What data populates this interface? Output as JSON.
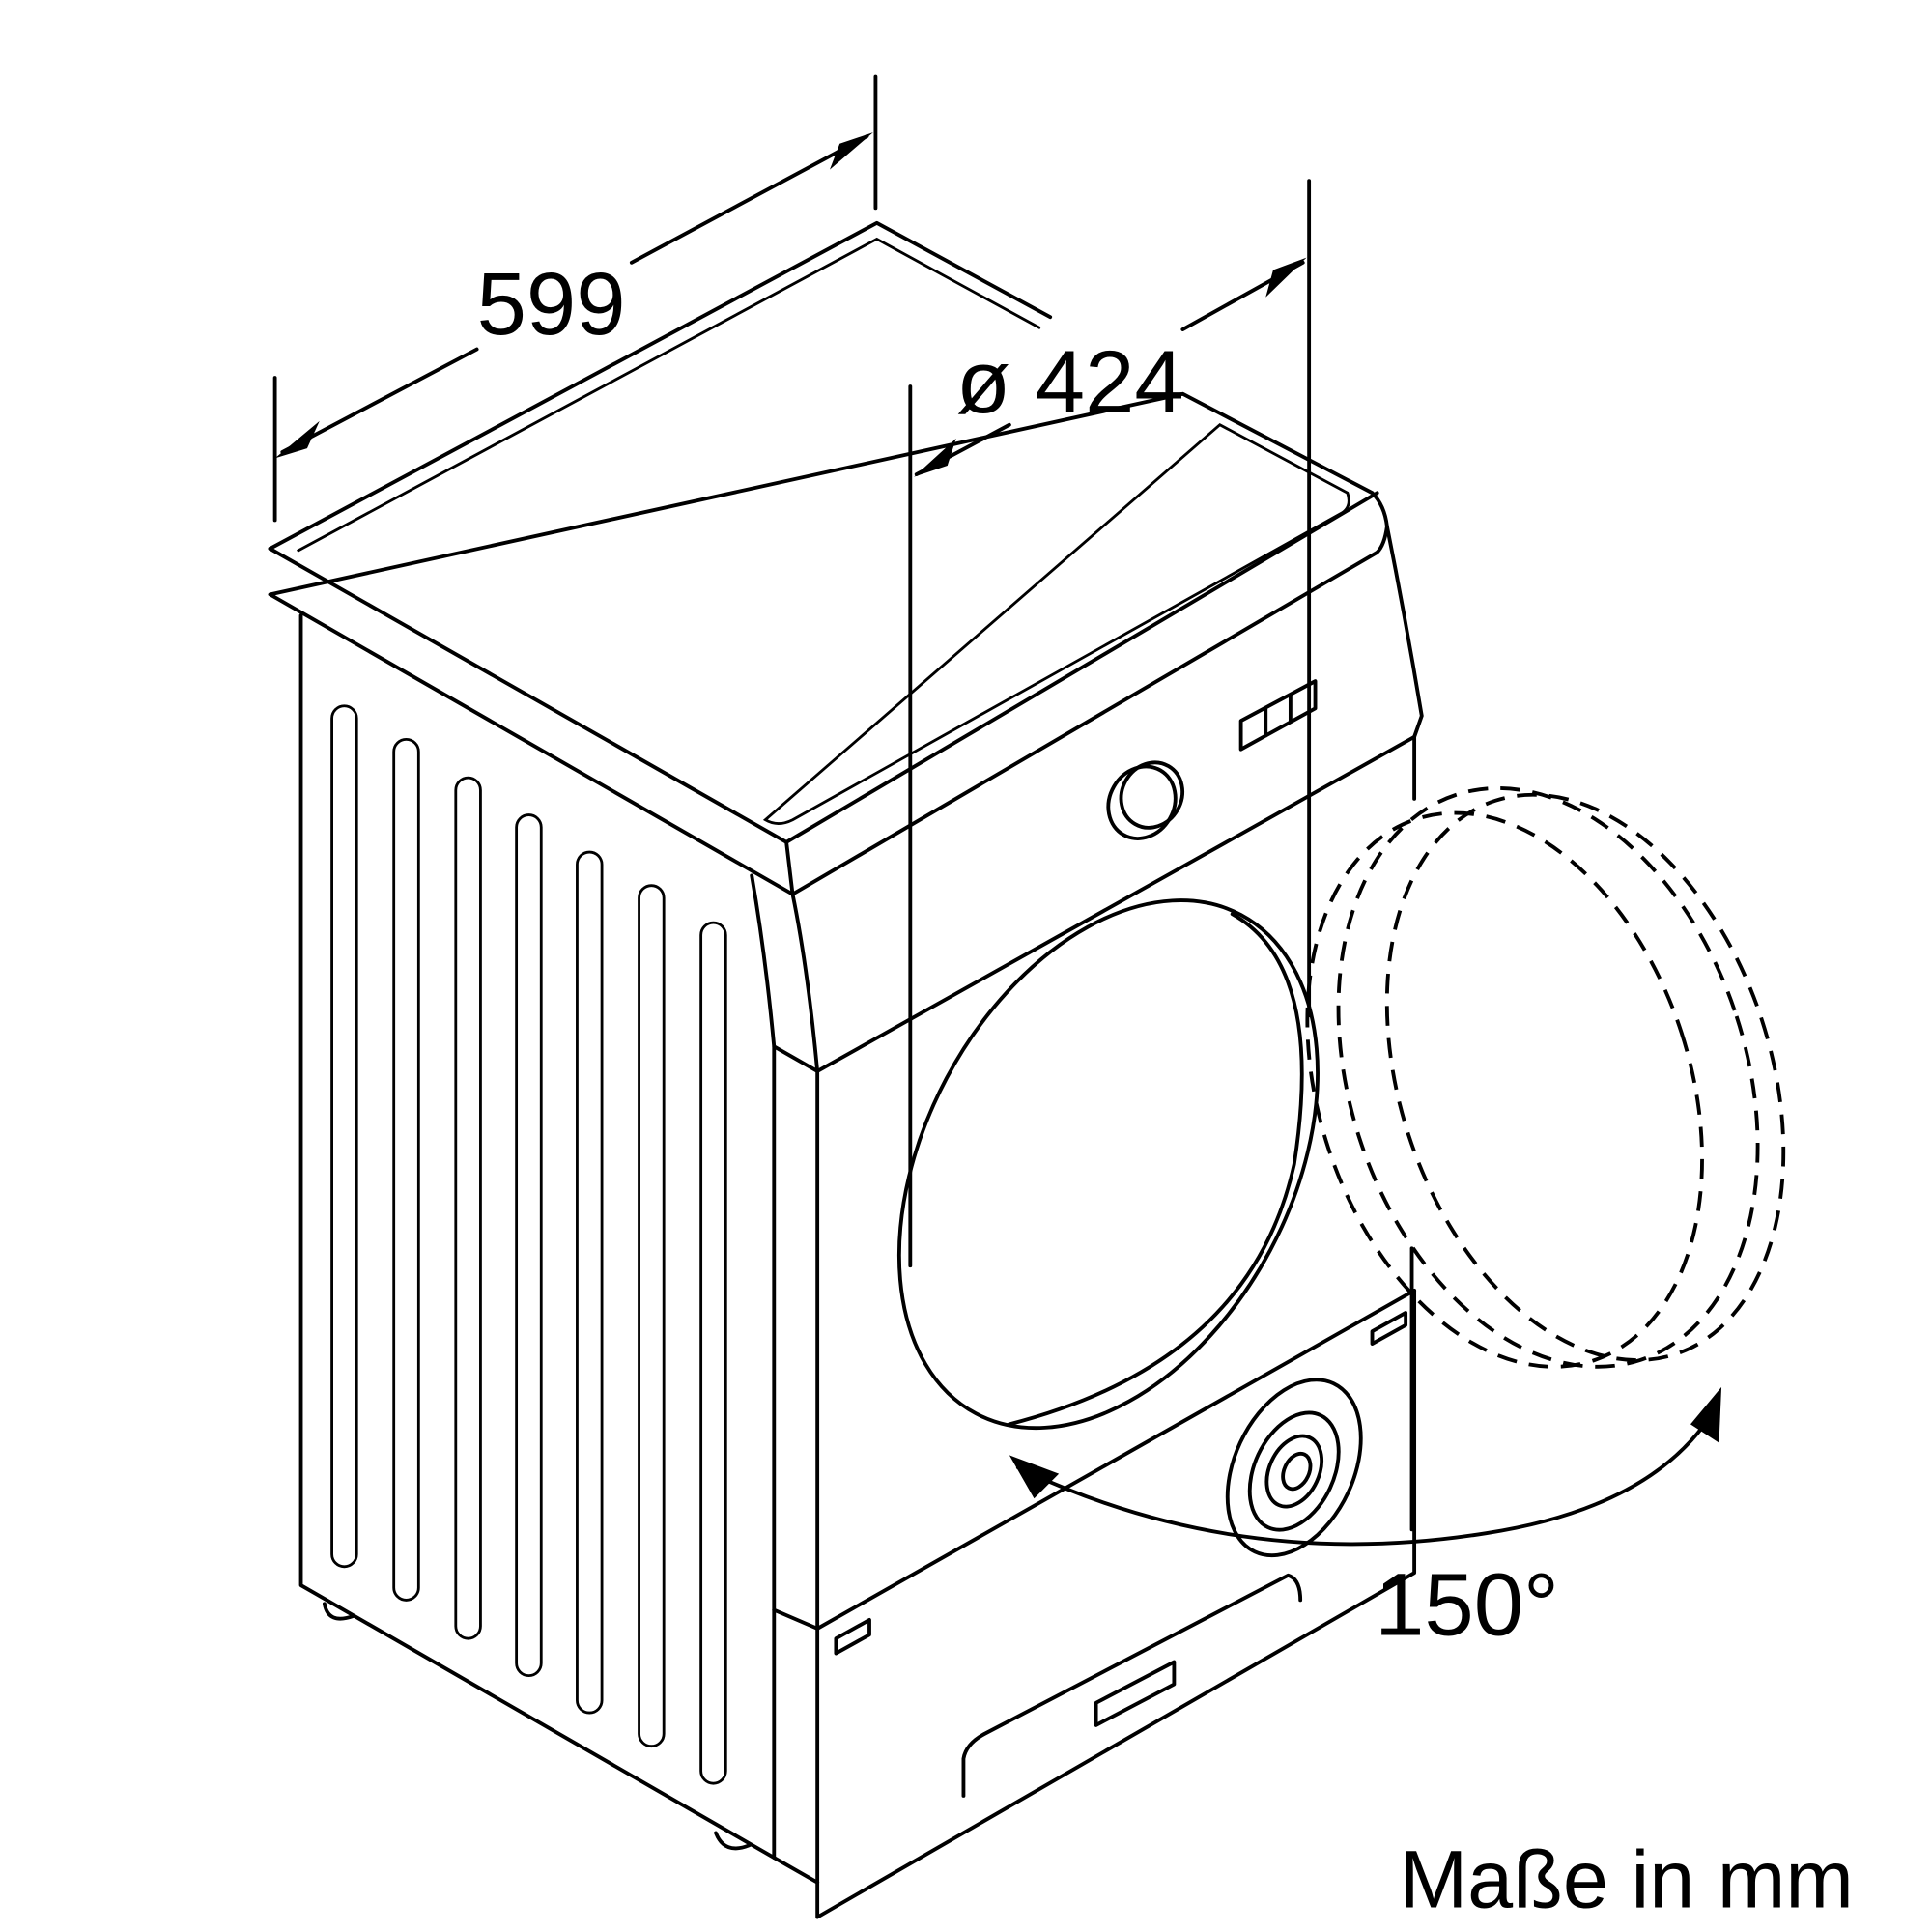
{
  "diagram": {
    "width_label": "599",
    "drum_diameter_label": "ø 424",
    "door_angle_label": "150°",
    "units_label": "Maße in mm"
  }
}
